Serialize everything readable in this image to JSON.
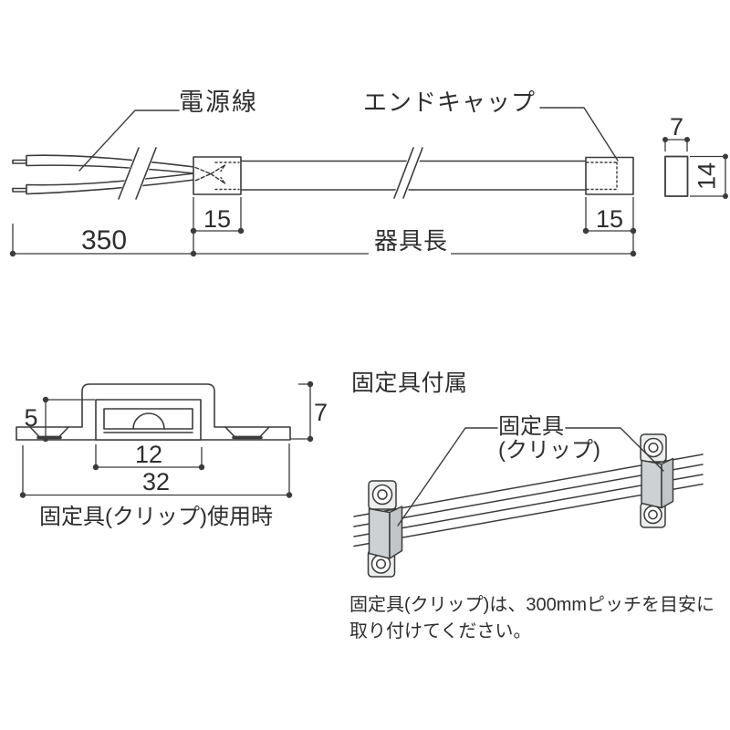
{
  "top_view": {
    "labels": {
      "power_cable": "電源線",
      "end_cap": "エンドキャップ",
      "fixture_length": "器具長"
    },
    "dimensions": {
      "cable_length": "350",
      "cap_inset_left": "15",
      "cap_inset_right": "15",
      "cross_section_width": "7",
      "cross_section_height": "14"
    }
  },
  "cross_section": {
    "dimensions": {
      "inner_height": "5",
      "overall_height": "7",
      "inner_width": "12",
      "overall_width": "32"
    },
    "caption": "固定具(クリップ)使用時"
  },
  "mounting": {
    "heading": "固定具付属",
    "clip_label_line1": "固定具",
    "clip_label_line2": "(クリップ)",
    "note_line1": "固定具(クリップ)は、300mmピッチを目安に",
    "note_line2": "取り付けてください。"
  },
  "colors": {
    "line": "#3b3b3b",
    "text": "#2e2e2e",
    "clip_body": "#cdd1d3",
    "clip_side": "#c2c6c8",
    "clip_ear": "#eceeee",
    "background": "#ffffff"
  }
}
